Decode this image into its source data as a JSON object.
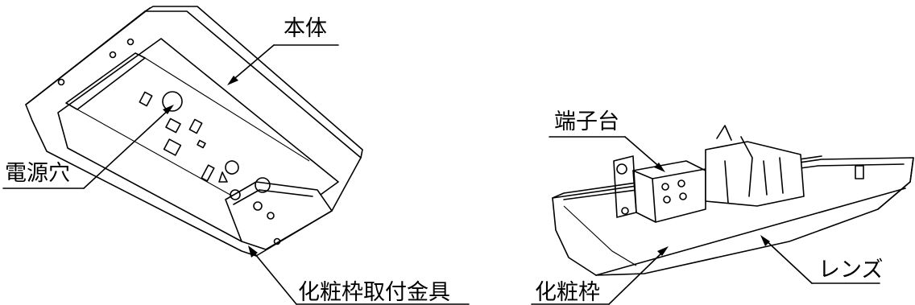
{
  "labels": {
    "body": "本体",
    "power_hole": "電源穴",
    "bracket": "化粧枠取付金具",
    "terminal_block": "端子台",
    "frame": "化粧枠",
    "lens": "レンズ"
  }
}
